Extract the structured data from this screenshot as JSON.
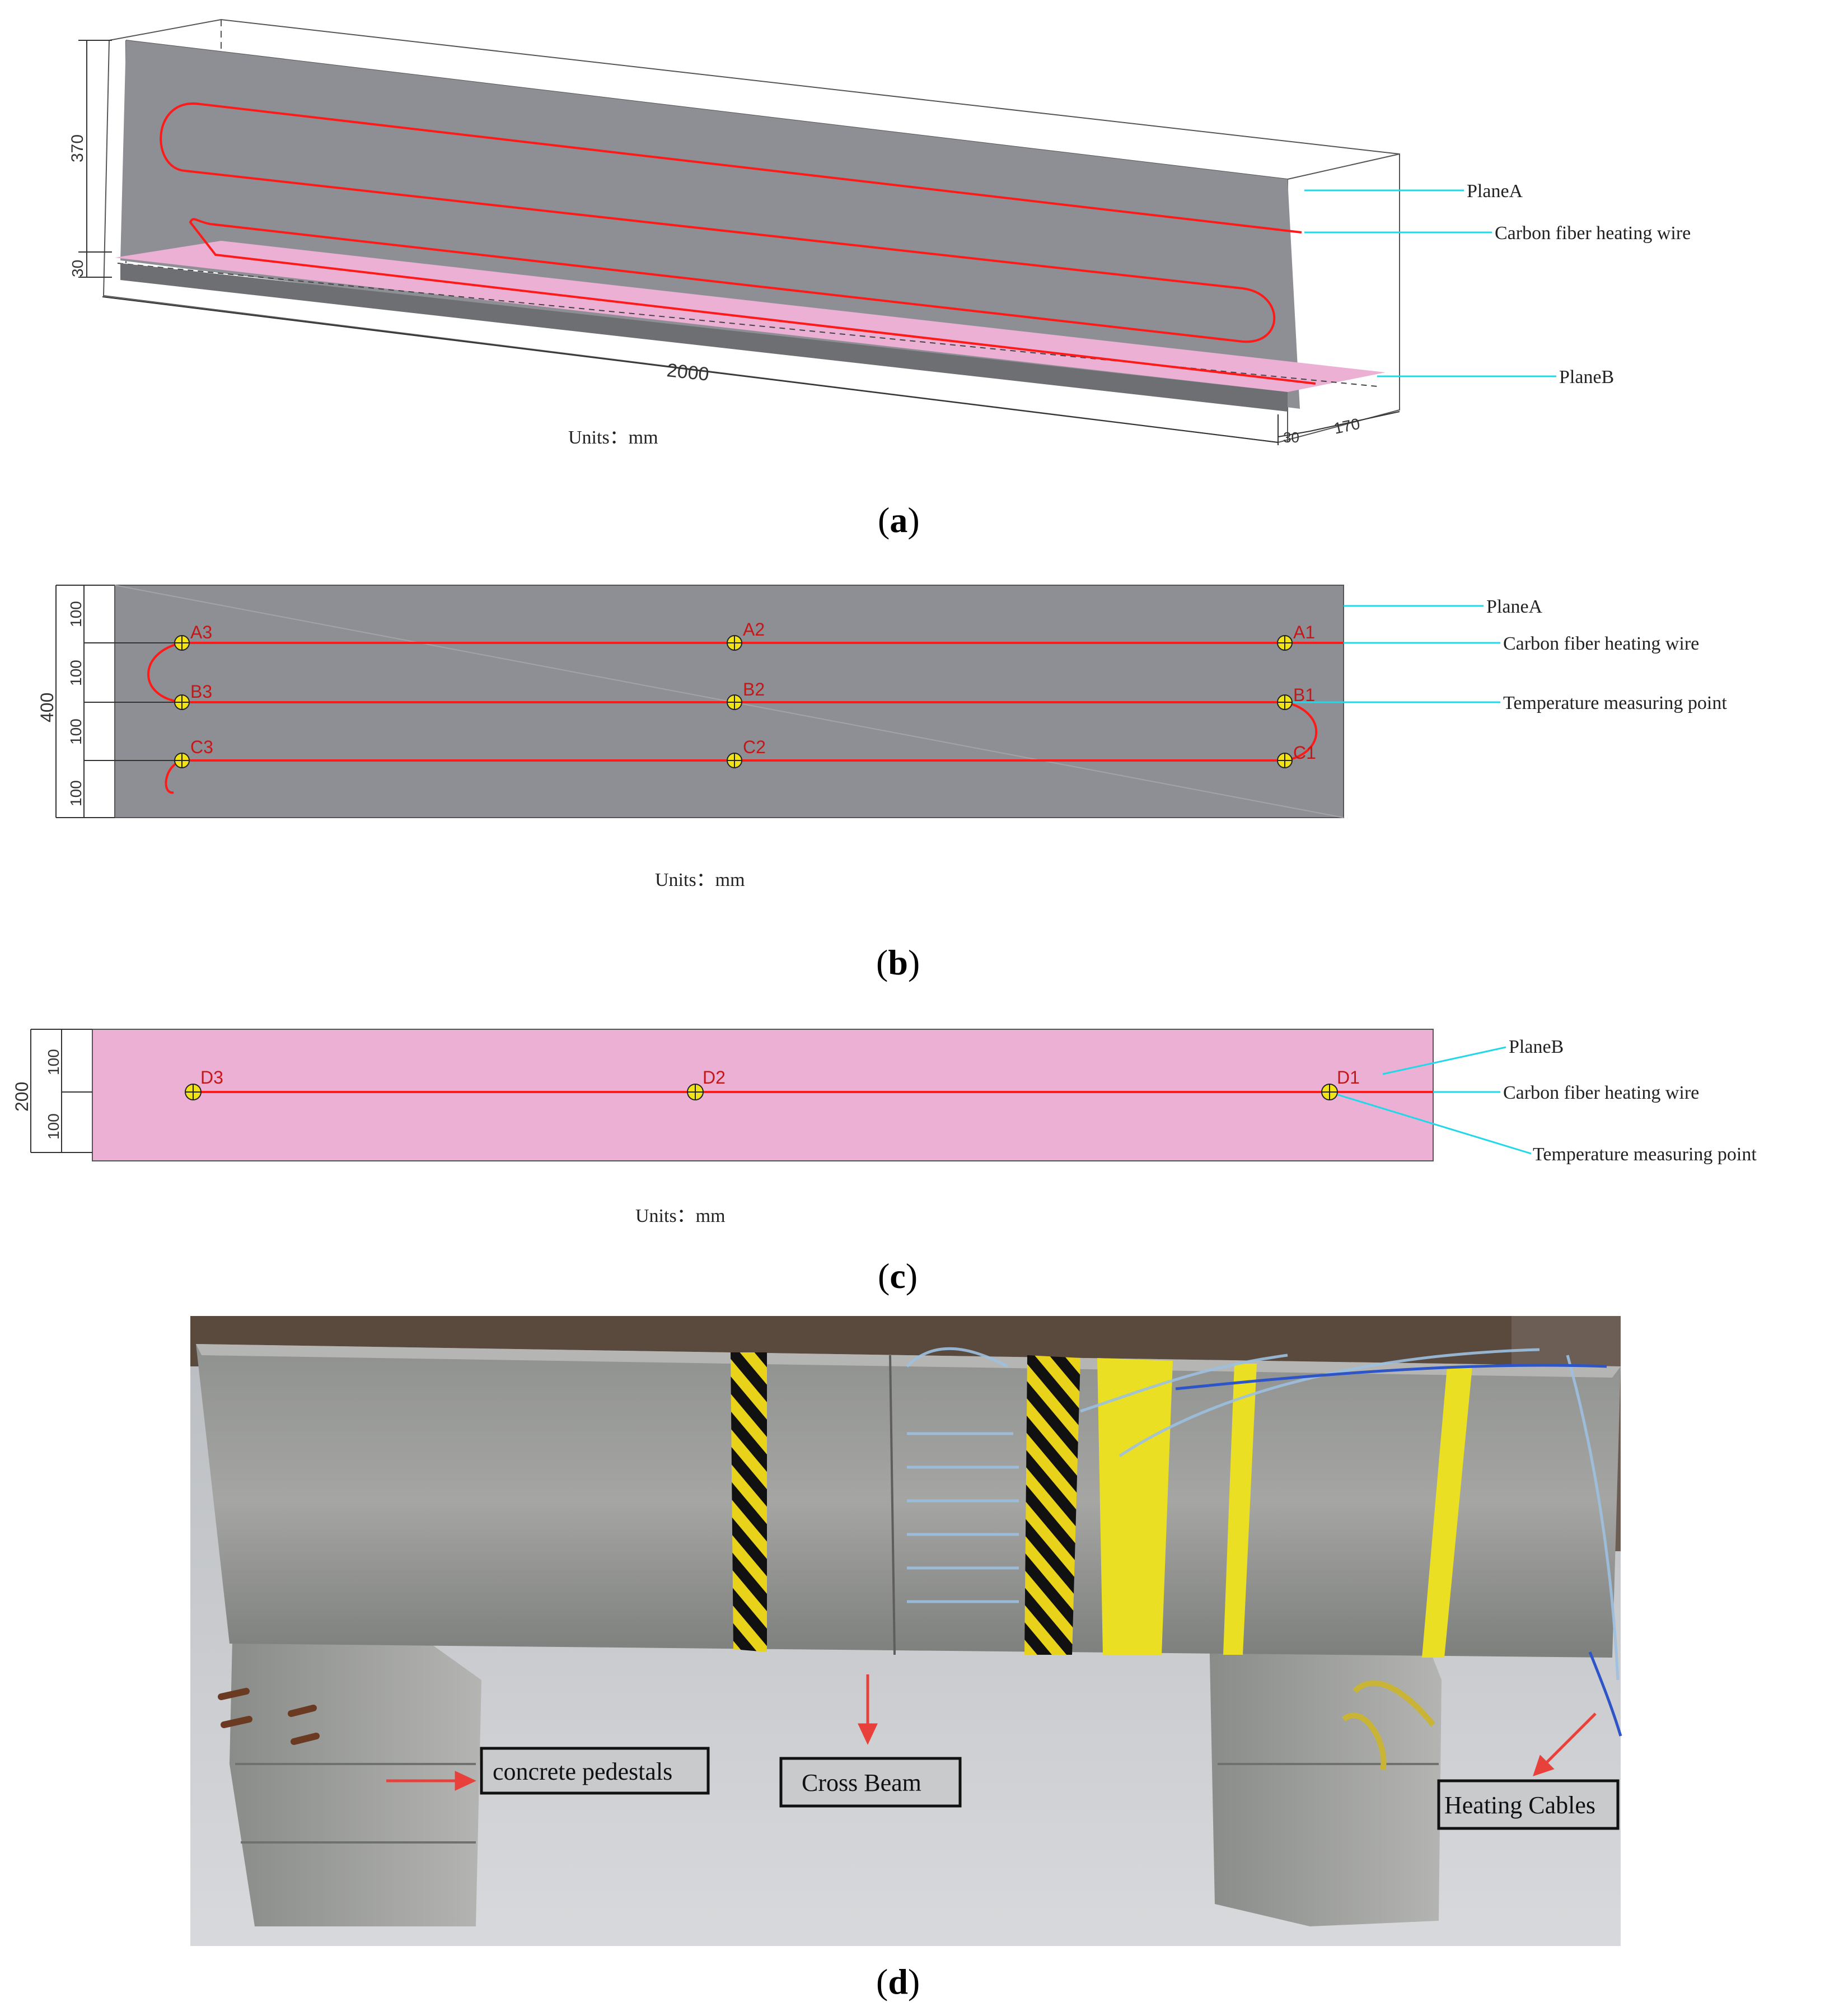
{
  "colors": {
    "gray_plane": "#8e8f94",
    "pink_plane": "#ebb0d4",
    "wire": "#ff1a1a",
    "leader": "#20d8e8",
    "marker": "#f2e21a",
    "point_label": "#c41818"
  },
  "panel_a": {
    "dim_height": "370",
    "dim_lower": "30",
    "dim_length": "2000",
    "dim_width_small": "30",
    "dim_width": "170",
    "plane_a": "PlaneA",
    "wire": "Carbon fiber heating wire",
    "plane_b": "PlaneB",
    "units": "Units：mm",
    "caption_letter": "a"
  },
  "panel_b": {
    "dims": [
      "100",
      "100",
      "100",
      "100"
    ],
    "total": "400",
    "points_row_a": [
      "A3",
      "A2",
      "A1"
    ],
    "points_row_b": [
      "B3",
      "B2",
      "B1"
    ],
    "points_row_c": [
      "C3",
      "C2",
      "C1"
    ],
    "plane_a": "PlaneA",
    "wire": "Carbon fiber heating wire",
    "temp_point": "Temperature measuring point",
    "units": "Units：mm",
    "caption_letter": "b"
  },
  "panel_c": {
    "dims": [
      "100",
      "100"
    ],
    "total": "200",
    "points": [
      "D3",
      "D2",
      "D1"
    ],
    "plane_b": "PlaneB",
    "wire": "Carbon fiber heating wire",
    "temp_point": "Temperature measuring point",
    "units": "Units：mm",
    "caption_letter": "c"
  },
  "panel_d": {
    "label_pedestals": "concrete pedestals",
    "label_beam": "Cross Beam",
    "label_cables": "Heating Cables",
    "caption_letter": "d"
  }
}
